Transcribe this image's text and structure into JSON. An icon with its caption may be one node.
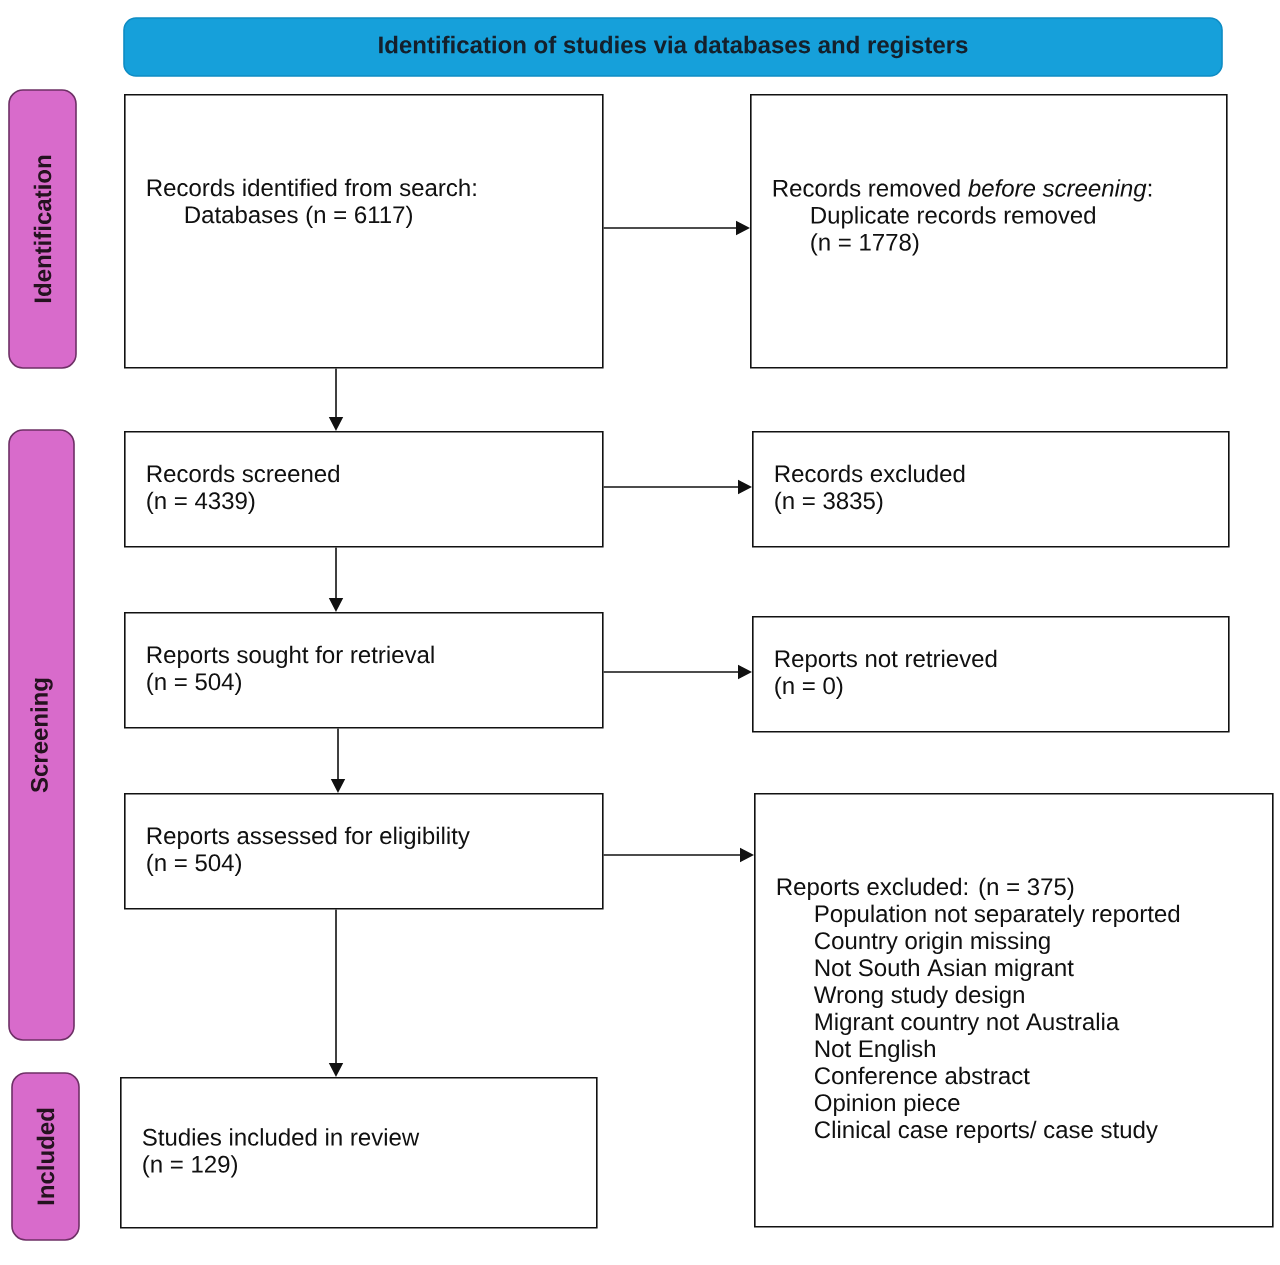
{
  "diagram": {
    "nodes": [
      {
        "text": [
          "Identification of studies via databases and registers"
        ]
      },
      {
        "text": [
          "Identification"
        ]
      },
      {
        "text": [
          "Records identified from search:",
          "Databases (n = 6117)"
        ]
      },
      {
        "text": [
          "Records removed *before screening*:",
          "Duplicate records removed",
          "(n = 1778)"
        ]
      },
      {
        "text": [
          "Screening"
        ]
      },
      {
        "text": [
          "Records screened",
          "(n = 4339)"
        ]
      },
      {
        "text": [
          "Records excluded",
          "(n = 3835)"
        ]
      },
      {
        "text": [
          "Reports sought for retrieval",
          "(n = 504)"
        ]
      },
      {
        "text": [
          "Reports not retrieved",
          "(n = 0)"
        ]
      },
      {
        "text": [
          "Reports assessed for eligibility",
          "(n = 504)"
        ]
      },
      {
        "text": [
          "Reports excluded: (n = 375)",
          "Population not separately reported",
          "Country origin missing",
          "Not South Asian migrant",
          "Wrong study design",
          "Migrant country not Australia",
          "Not English",
          "Conference abstract",
          "Opinion piece",
          "Clinical case reports/ case study"
        ]
      },
      {
        "text": [
          "Included"
        ]
      },
      {
        "text": [
          "Studies included in review",
          "(n = 129)"
        ]
      }
    ],
    "edges": [
      {
        "from": 2,
        "to": 3,
        "arrow": "to"
      },
      {
        "from": 2,
        "to": 5,
        "arrow": "to"
      },
      {
        "from": 5,
        "to": 6,
        "arrow": "to"
      },
      {
        "from": 5,
        "to": 7,
        "arrow": "to"
      },
      {
        "from": 7,
        "to": 8,
        "arrow": "to"
      },
      {
        "from": 7,
        "to": 9,
        "arrow": "to"
      },
      {
        "from": 9,
        "to": 10,
        "arrow": "to"
      },
      {
        "from": 9,
        "to": 12,
        "arrow": "to"
      }
    ]
  }
}
